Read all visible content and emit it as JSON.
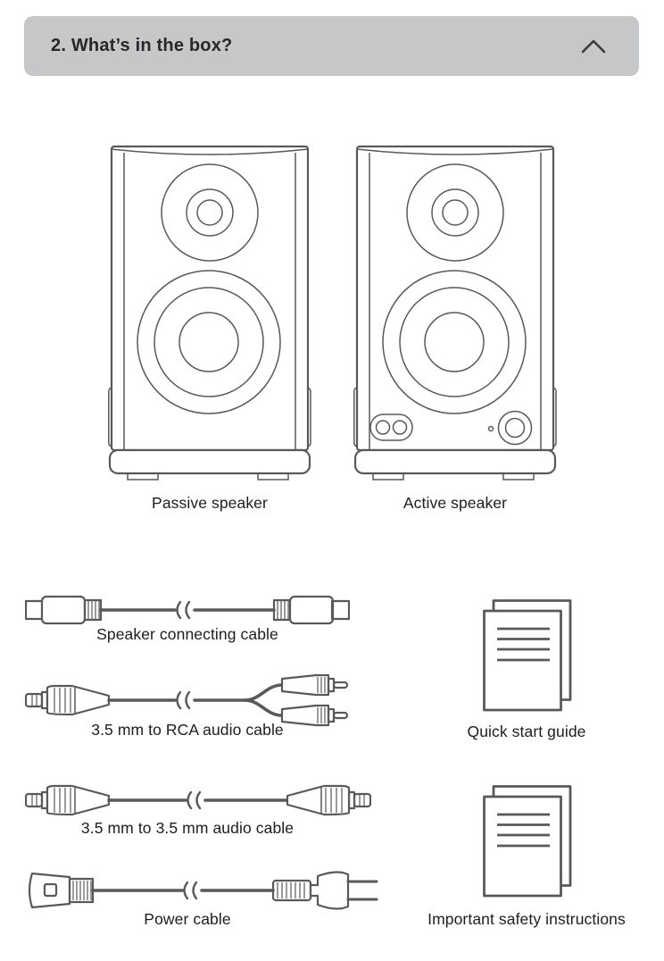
{
  "accordion": {
    "title": "2. What’s in the box?",
    "state_icon": "chevron-up"
  },
  "speakers": {
    "passive_label": "Passive speaker",
    "active_label": "Active speaker"
  },
  "items": {
    "speaker_cable_label": "Speaker connecting cable",
    "rca_cable_label": "3.5 mm to RCA audio cable",
    "aux_cable_label": "3.5 mm to 3.5 mm audio cable",
    "power_cable_label": "Power cable",
    "quick_start_label": "Quick start guide",
    "safety_label": "Important safety instructions"
  },
  "colors": {
    "header_bg": "#c6c7c8",
    "line": "#58595b",
    "text": "#1d1d1f"
  }
}
